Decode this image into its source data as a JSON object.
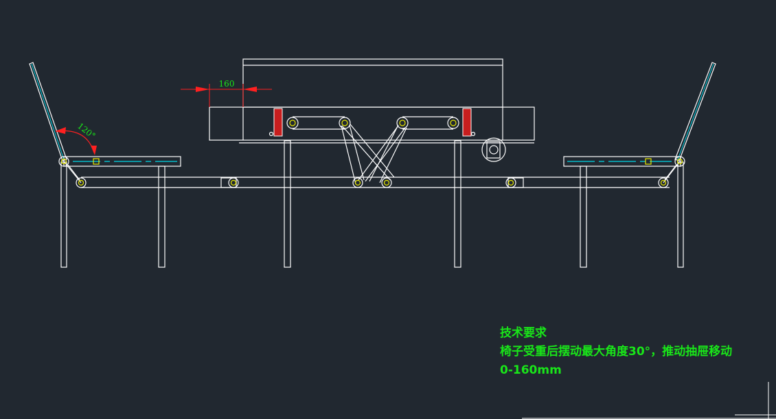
{
  "drawing": {
    "dimension_label": "160",
    "angle_label": "120°"
  },
  "notes": {
    "title": "技术要求",
    "line1": "椅子受重后摆动最大角度30°，推动抽屉移动",
    "line2": "0-160mm"
  },
  "colors": {
    "background": "#212830",
    "line": "#ffffff",
    "dimension": "#ff2020",
    "annotation_text": "#19e619",
    "hatch": "#c81e1e",
    "center_line": "#00d8e8",
    "pivot": "#e8e800"
  }
}
